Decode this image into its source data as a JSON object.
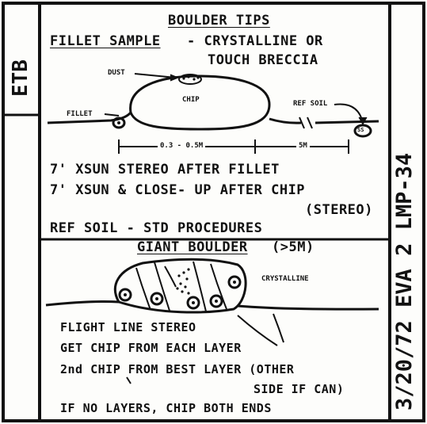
{
  "left_tab": {
    "label": "ETB"
  },
  "right_tab": {
    "label": "3/20/72 EVA 2 LMP-34"
  },
  "boulder_tips": {
    "heading": "BOULDER TIPS",
    "fillet_title": "FILLET SAMPLE",
    "fillet_desc_1": "- CRYSTALLINE OR",
    "fillet_desc_2": "TOUCH BRECCIA",
    "diagram": {
      "dust_label": "DUST",
      "chip_label": "CHIP",
      "fillet_label": "FILLET",
      "ref_soil_label": "REF SOIL",
      "ref_soil_marker": "SS",
      "dist_1": "0.3 - 0.5M",
      "dist_2": "5M"
    },
    "step_1": "7' XSUN STEREO AFTER FILLET",
    "step_2": "7' XSUN & CLOSE- UP AFTER CHIP",
    "step_2b": "(STEREO)",
    "step_3": "REF SOIL - STD PROCEDURES"
  },
  "giant_boulder": {
    "heading": "GIANT BOULDER",
    "size_note": "(>5M)",
    "crystalline_label": "CRYSTALLINE",
    "step_1": "FLIGHT LINE STEREO",
    "step_2": "GET CHIP FROM EACH LAYER",
    "step_3": "2nd CHIP FROM BEST LAYER (OTHER",
    "step_3b": "SIDE IF CAN)",
    "step_4": "IF NO LAYERS, CHIP BOTH ENDS"
  }
}
